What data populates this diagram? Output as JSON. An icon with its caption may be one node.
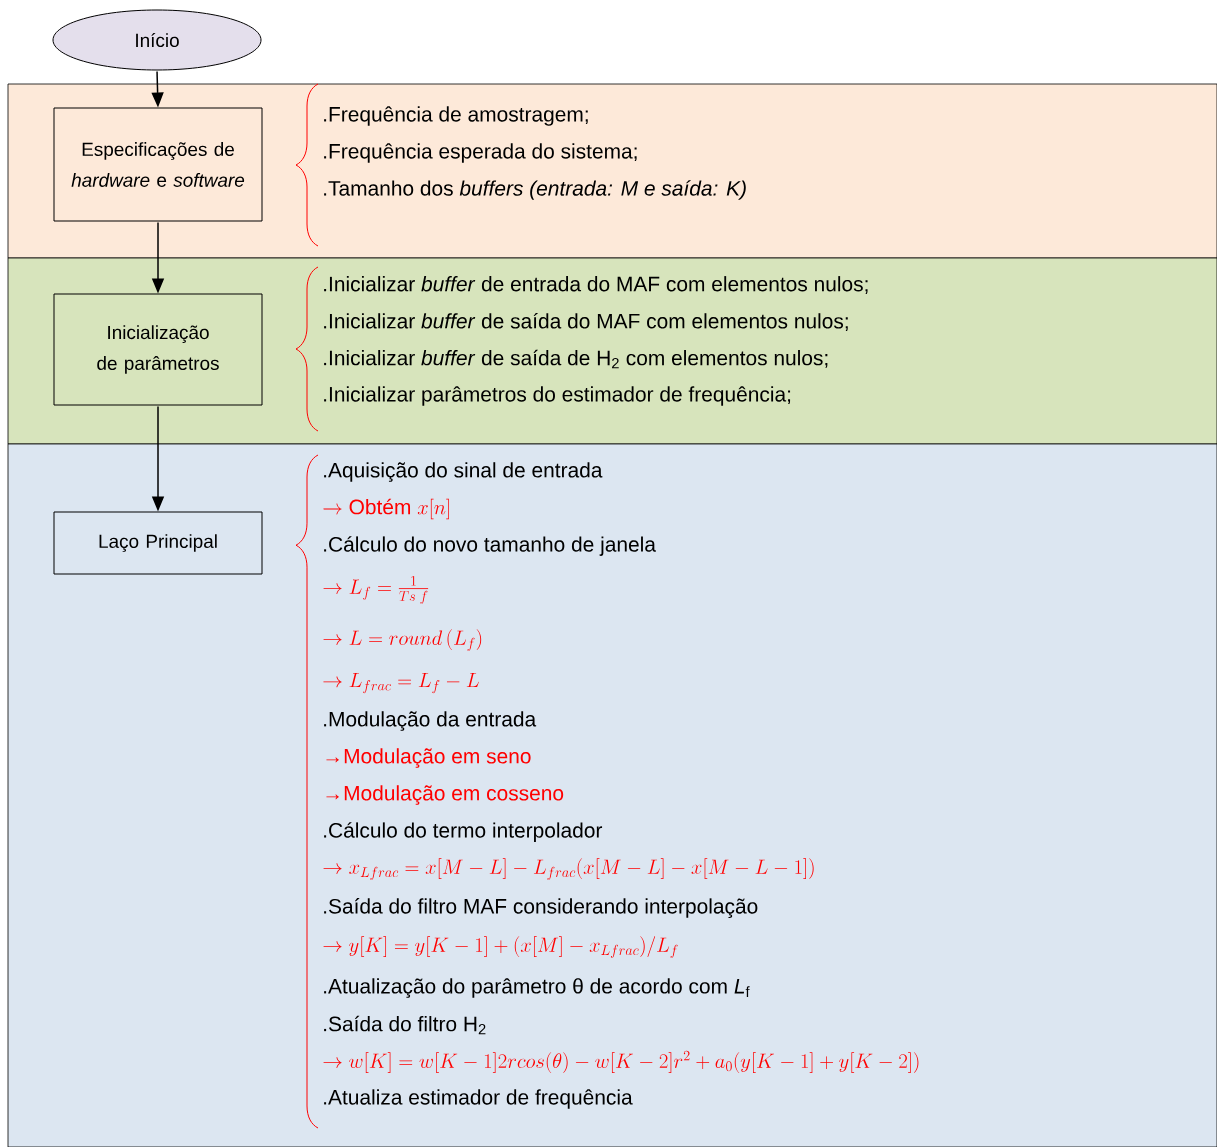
{
  "diagram": {
    "nodes": [
      {
        "text": [
          "Início"
        ]
      },
      {
        "text": [
          ".Frequência de amostragem;",
          ".Frequência esperada do sistema;",
          ".Tamanho dos *buffers (entrada: M e saída: K)*"
        ]
      },
      {
        "text": [
          "Especificações de *hardware* e *software*"
        ],
        "in": 1
      },
      {
        "text": [
          ".Inicializar *buffer* de entrada do MAF com elementos nulos;",
          ".Inicializar *buffer* de saída do MAF com elementos nulos;",
          ".Inicializar *buffer* de saída de H$_{2}$ com elementos nulos;",
          ".Inicializar parâmetros do estimador de frequência;"
        ]
      },
      {
        "text": [
          "Inicialização de parâmetros"
        ],
        "in": 3
      },
      {
        "text": [
          ".Aquisição do sinal de entrada",
          "\\rightarrow \\text{Obtém } x[n]",
          ".Cálculo do novo tamanho de janela",
          "\\rightarrow L_f = \\frac{1}{Ts\\;f}",
          "\\rightarrow L = round\\left(L_f\\right)",
          "\\rightarrow L_{frac} = L_f - L",
          ".Modulação da entrada",
          "→Modulação em seno",
          "→Modulação em cosseno",
          ".Cálculo do termo interpolador",
          "\\rightarrow x_{Lfrac} = x[M-L] - L_{frac}(x[M-L] - x[M-L-1])",
          ".Saída do filtro MAF considerando interpolação",
          "\\rightarrow y[K] = y[K-1] + (x[M] - x_{Lfrac})/L_f",
          ".Atualização do parâmetro θ de acordo com *L*$_{f}$",
          ".Saída do filtro H$_{2}$",
          "\\rightarrow w[K] = w[K-1]2rcos(\\theta) - w[K-2]r^2 + a_0(y[K-1] + y[K-2])",
          ".Atualiza estimador de frequência"
        ]
      },
      {
        "text": [
          "Laço Principal"
        ],
        "in": 5
      }
    ],
    "edges": [
      {
        "from": 0,
        "to": 2,
        "arrow": "to"
      },
      {
        "from": 2,
        "to": 4,
        "arrow": "to"
      },
      {
        "from": 4,
        "to": 6,
        "arrow": "to"
      }
    ]
  }
}
